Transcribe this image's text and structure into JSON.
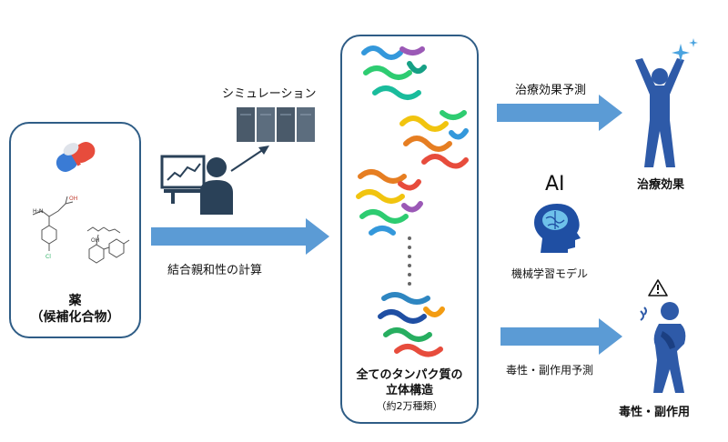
{
  "drug": {
    "label_line1": "薬",
    "label_line2": "（候補化合物）"
  },
  "simulation": {
    "label": "シミュレーション"
  },
  "binding": {
    "label": "結合親和性の計算"
  },
  "proteins": {
    "label_line1": "全てのタンパク質の",
    "label_line2": "立体構造",
    "label_line3": "（約2万種類）"
  },
  "ai": {
    "label": "AI",
    "caption": "機械学習モデル"
  },
  "efficacy": {
    "arrow_label": "治療効果予測",
    "result": "治療効果"
  },
  "toxicity": {
    "arrow_label": "毒性・副作用予測",
    "result": "毒性・副作用"
  },
  "colors": {
    "accent": "#2e5aa8",
    "arrow": "#5b9bd5",
    "panel_border": "#2f5d86"
  },
  "icons": [
    "capsule-icon",
    "chemical-structure-icon",
    "computer-user-icon",
    "server-icon",
    "protein-structure-icon",
    "ai-brain-icon",
    "happy-person-icon",
    "sick-person-icon",
    "warning-icon",
    "sparkle-icon"
  ]
}
